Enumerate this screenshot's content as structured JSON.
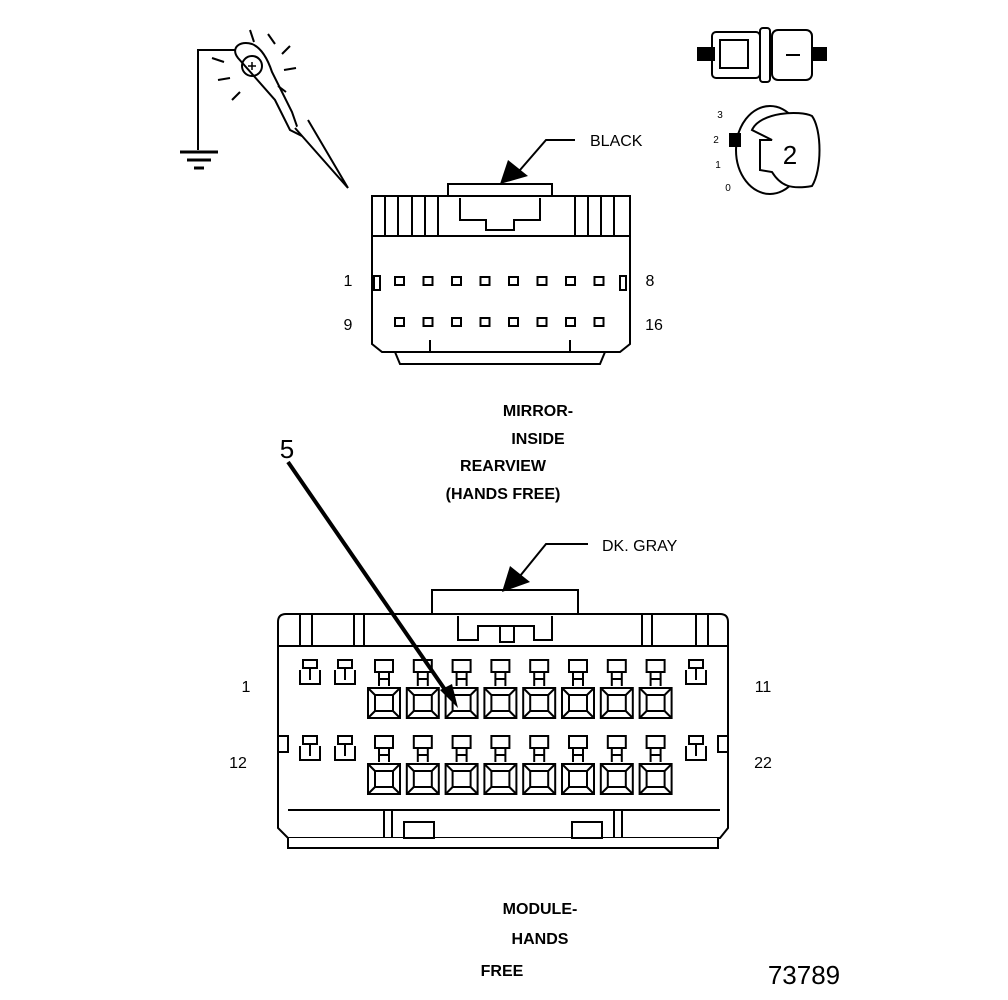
{
  "probe": {
    "icon": "test-probe-icon",
    "ground_icon": "ground-icon"
  },
  "key_switch": {
    "positions": [
      "3",
      "2",
      "1",
      "0"
    ],
    "active_label": "2"
  },
  "mirror_connector": {
    "color_label": "BLACK",
    "pin_start_top": "1",
    "pin_end_top": "8",
    "pin_start_bottom": "9",
    "pin_end_bottom": "16",
    "title_lines": [
      "MIRROR-",
      "INSIDE",
      "REARVIEW",
      "(HANDS FREE)"
    ]
  },
  "module_connector": {
    "color_label": "DK. GRAY",
    "pin_start_top": "1",
    "pin_end_top": "11",
    "pin_start_bottom": "12",
    "pin_end_bottom": "22",
    "callout": "5",
    "title_lines": [
      "MODULE-",
      "HANDS",
      "FREE"
    ]
  },
  "figure_number": "73789"
}
